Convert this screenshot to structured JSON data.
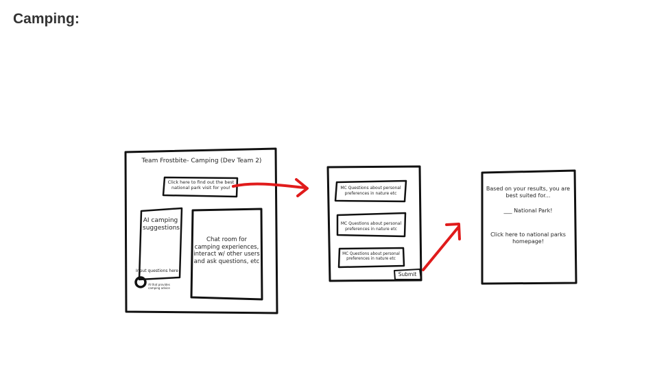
{
  "page": {
    "heading": "Camping:"
  },
  "screen1": {
    "title": "Team Frostbite- Camping (Dev Team 2)",
    "find_park_button": "Click here to find out the best national park visit for you!",
    "ai_panel_label": "AI camping suggestions",
    "input_placeholder": "Input questions here",
    "ai_caption": "AI that provides camping advice",
    "chat_room_text": "Chat room for camping experiences, interact w/ other users and ask questions, etc"
  },
  "screen2": {
    "question_1": "MC Questions about personal preferences in nature etc",
    "question_2": "MC Questions about personal preferences in nature etc",
    "question_3": "MC Questions about personal preferences in nature etc",
    "submit_label": "Submit"
  },
  "screen3": {
    "result_intro": "Based on your results, you are best suited for...",
    "result_park": "___ National Park!",
    "homepage_link": "Click here to national parks homepage!"
  },
  "colors": {
    "stroke": "#111111",
    "arrow": "#e01b1b"
  }
}
